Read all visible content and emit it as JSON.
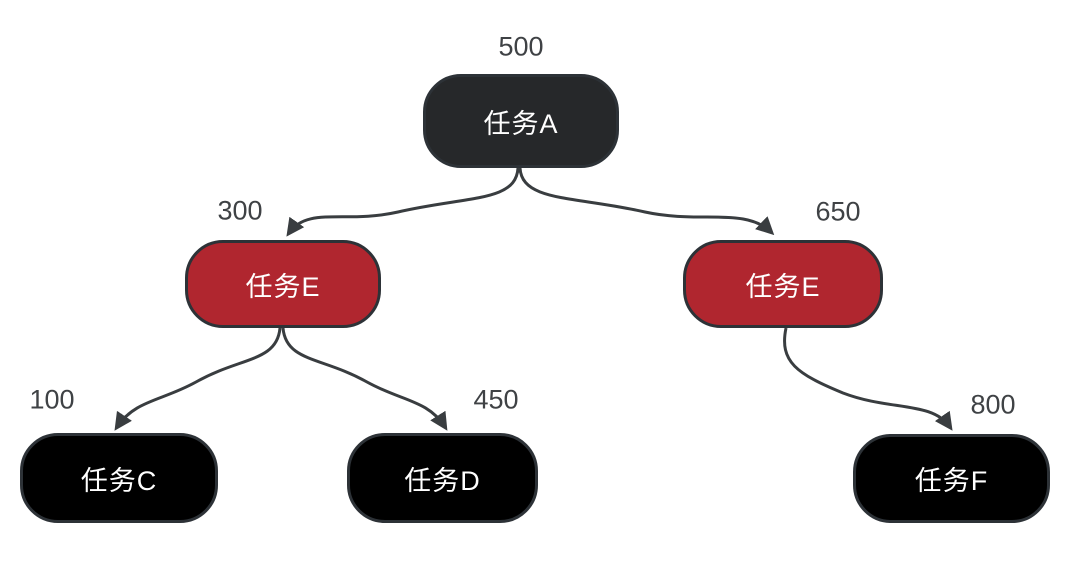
{
  "diagram": {
    "title": "task-tree",
    "colors": {
      "background": "#ffffff",
      "dark": "#26282a",
      "black": "#000000",
      "red": "#b0262f",
      "node_border": "#2d3237",
      "edge": "#393d40",
      "node_text": "#ffffff",
      "value_text": "#3f4245"
    },
    "nodes": [
      {
        "id": "A",
        "label": "任务A",
        "value": "500",
        "color_key": "dark"
      },
      {
        "id": "E-left",
        "label": "任务E",
        "value": "300",
        "color_key": "red"
      },
      {
        "id": "E-right",
        "label": "任务E",
        "value": "650",
        "color_key": "red"
      },
      {
        "id": "C",
        "label": "任务C",
        "value": "100",
        "color_key": "black"
      },
      {
        "id": "D",
        "label": "任务D",
        "value": "450",
        "color_key": "black"
      },
      {
        "id": "F",
        "label": "任务F",
        "value": "800",
        "color_key": "black"
      }
    ],
    "edges": [
      {
        "from": "任务A",
        "to": "任务E",
        "to_value": "300"
      },
      {
        "from": "任务A",
        "to": "任务E",
        "to_value": "650"
      },
      {
        "from": "任务E",
        "to": "任务C",
        "to_value": "100"
      },
      {
        "from": "任务E",
        "to": "任务D",
        "to_value": "450"
      },
      {
        "from": "任务E",
        "to": "任务F",
        "to_value": "800"
      }
    ]
  }
}
